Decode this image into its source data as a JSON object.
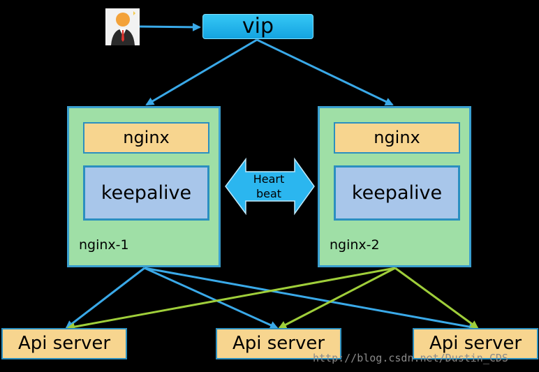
{
  "colors": {
    "background": "#000000",
    "vip_fill": "#1aa9e6",
    "node_fill": "#9fdfa6",
    "nginx_fill": "#f7d58f",
    "keepalive_fill": "#a8c6ea",
    "heartbeat_fill": "#2bb6ef",
    "blue_arrow": "#3aa9e8",
    "green_arrow": "#9fce3a"
  },
  "vip": {
    "label": "vip"
  },
  "user": {
    "icon": "user-avatar-icon"
  },
  "nodes": [
    {
      "nginx_label": "nginx",
      "keepalive_label": "keepalive",
      "name": "nginx-1"
    },
    {
      "nginx_label": "nginx",
      "keepalive_label": "keepalive",
      "name": "nginx-2"
    }
  ],
  "heartbeat": {
    "line1": "Heart",
    "line2": "beat"
  },
  "api_servers": [
    {
      "label": "Api server"
    },
    {
      "label": "Api server"
    },
    {
      "label": "Api server"
    }
  ],
  "watermark": "http://blog.csdn.net/Dustin_CDS"
}
